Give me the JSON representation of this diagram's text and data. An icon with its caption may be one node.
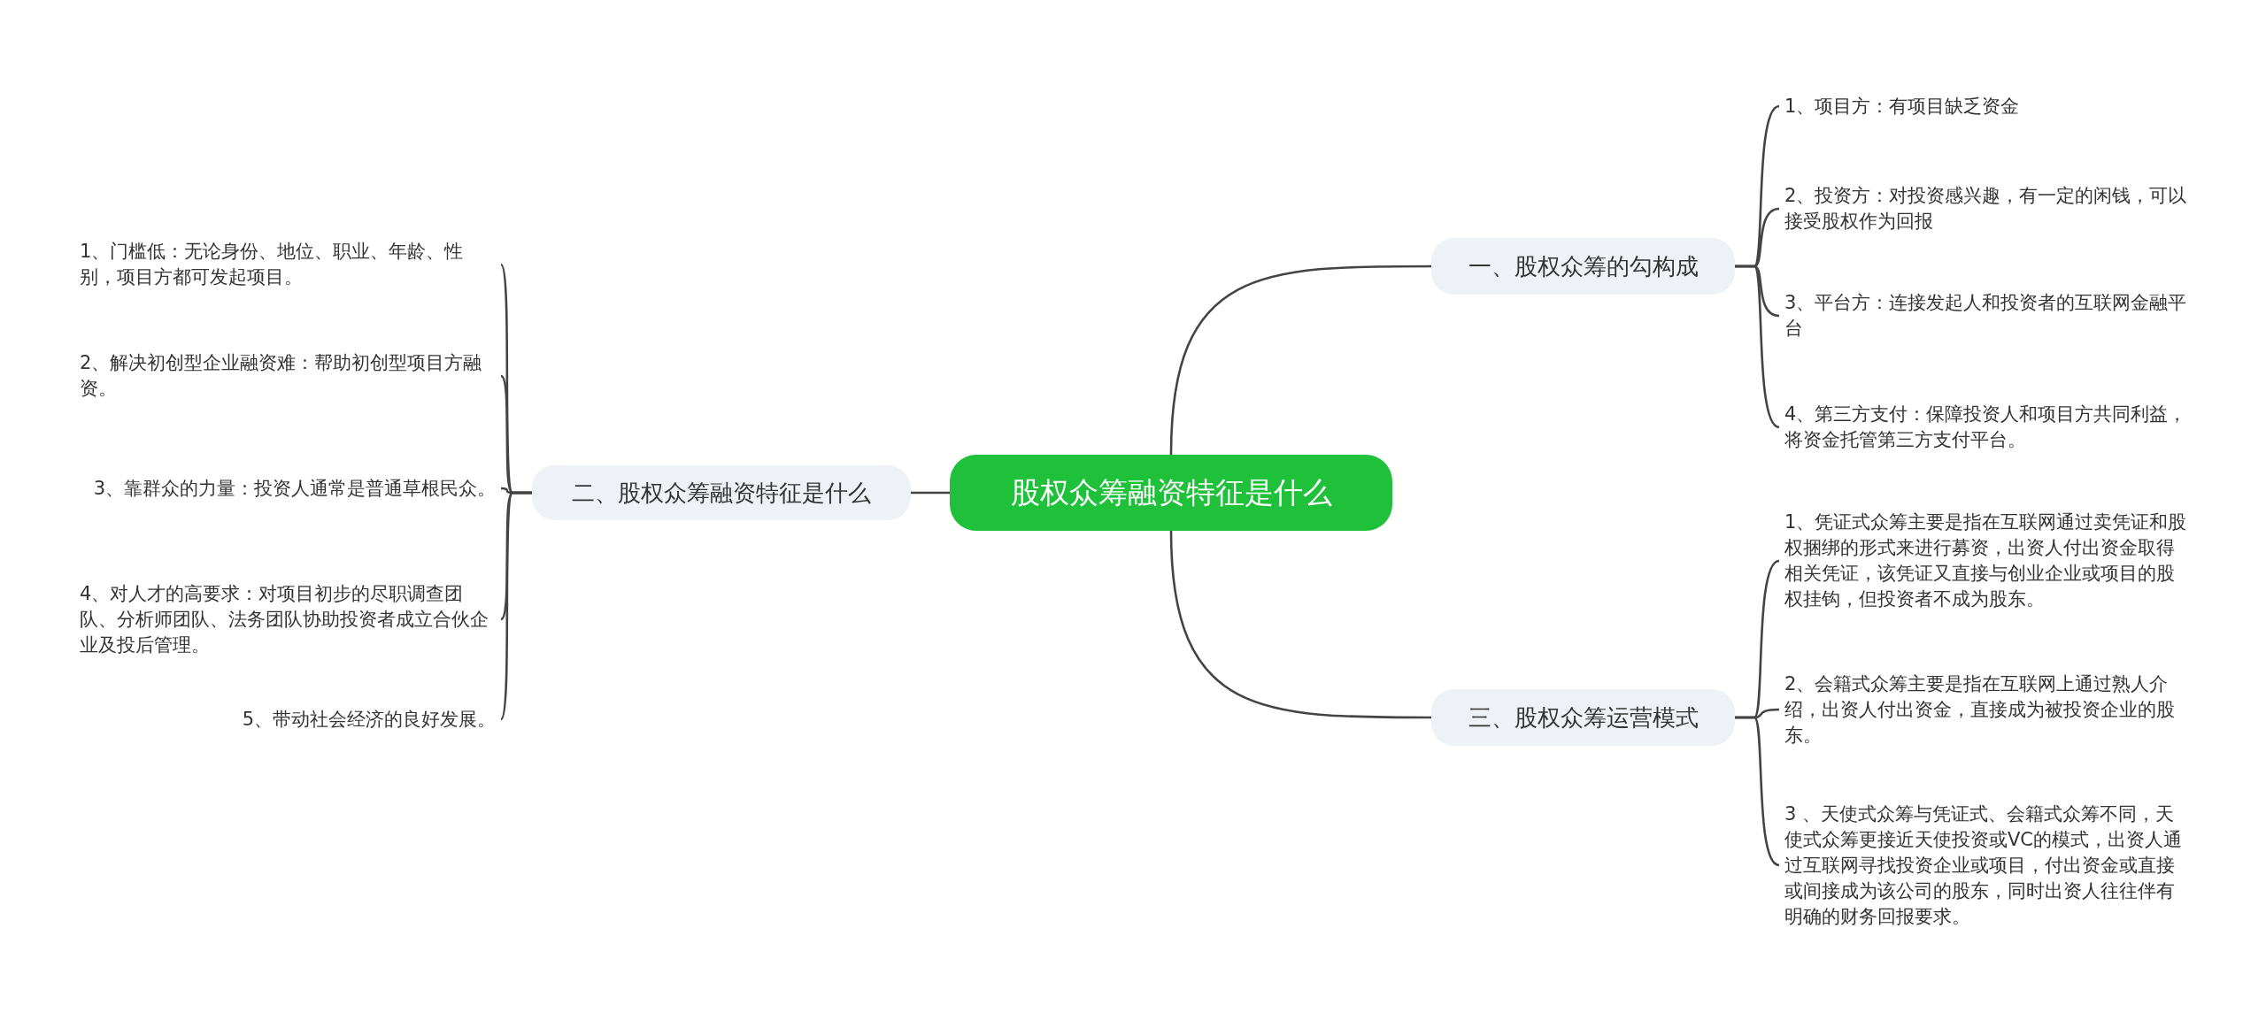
{
  "diagram": {
    "nodes": [
      {
        "text": [
          "股权众筹融资特征是什么"
        ]
      },
      {
        "text": [
          "一、股权众筹的勾构成"
        ]
      },
      {
        "text": [
          "1、项目方：有项目缺乏资金"
        ]
      },
      {
        "text": [
          "2、投资方：对投资感兴趣，有一定的闲钱，可以接受股权作为回报"
        ]
      },
      {
        "text": [
          "3、平台方：连接发起人和投资者的互联网金融平台"
        ]
      },
      {
        "text": [
          "4、第三方支付：保障投资人和项目方共同利益，将资金托管第三方支付平台。"
        ]
      },
      {
        "text": [
          "二、股权众筹融资特征是什么"
        ]
      },
      {
        "text": [
          "1、门槛低：无论身份、地位、职业、年龄、性别，项目方都可发起项目。"
        ]
      },
      {
        "text": [
          "2、解决初创型企业融资难：帮助初创型项目方融资。"
        ]
      },
      {
        "text": [
          "3、靠群众的力量：投资人通常是普通草根民众。"
        ]
      },
      {
        "text": [
          "4、对人才的高要求：对项目初步的尽职调查团队、分析师团队、法务团队协助投资者成立合伙企业及投后管理。"
        ]
      },
      {
        "text": [
          "5、带动社会经济的良好发展。"
        ]
      },
      {
        "text": [
          "三、股权众筹运营模式"
        ]
      },
      {
        "text": [
          "1、凭证式众筹主要是指在互联网通过卖凭证和股权捆绑的形式来进行募资，出资人付出资金取得相关凭证，该凭证又直接与创业企业或项目的股权挂钩，但投资者不成为股东。"
        ]
      },
      {
        "text": [
          "2、会籍式众筹主要是指在互联网上通过熟人介绍，出资人付出资金，直接成为被投资企业的股东。"
        ]
      },
      {
        "text": [
          "3 、天使式众筹与凭证式、会籍式众筹不同，天使式众筹更接近天使投资或VC的模式，出资人通过互联网寻找投资企业或项目，付出资金或直接或间接成为该公司的股东，同时出资人往往伴有明确的财务回报要求。"
        ]
      }
    ],
    "edges": [
      {
        "from": 0,
        "to": 1,
        "arrow": "none"
      },
      {
        "from": 0,
        "to": 6,
        "arrow": "none"
      },
      {
        "from": 0,
        "to": 12,
        "arrow": "none"
      },
      {
        "from": 1,
        "to": 2,
        "arrow": "none"
      },
      {
        "from": 1,
        "to": 3,
        "arrow": "none"
      },
      {
        "from": 1,
        "to": 4,
        "arrow": "none"
      },
      {
        "from": 1,
        "to": 5,
        "arrow": "none"
      },
      {
        "from": 6,
        "to": 7,
        "arrow": "none"
      },
      {
        "from": 6,
        "to": 8,
        "arrow": "none"
      },
      {
        "from": 6,
        "to": 9,
        "arrow": "none"
      },
      {
        "from": 6,
        "to": 10,
        "arrow": "none"
      },
      {
        "from": 6,
        "to": 11,
        "arrow": "none"
      },
      {
        "from": 12,
        "to": 13,
        "arrow": "none"
      },
      {
        "from": 12,
        "to": 14,
        "arrow": "none"
      },
      {
        "from": 12,
        "to": 15,
        "arrow": "none"
      }
    ]
  }
}
